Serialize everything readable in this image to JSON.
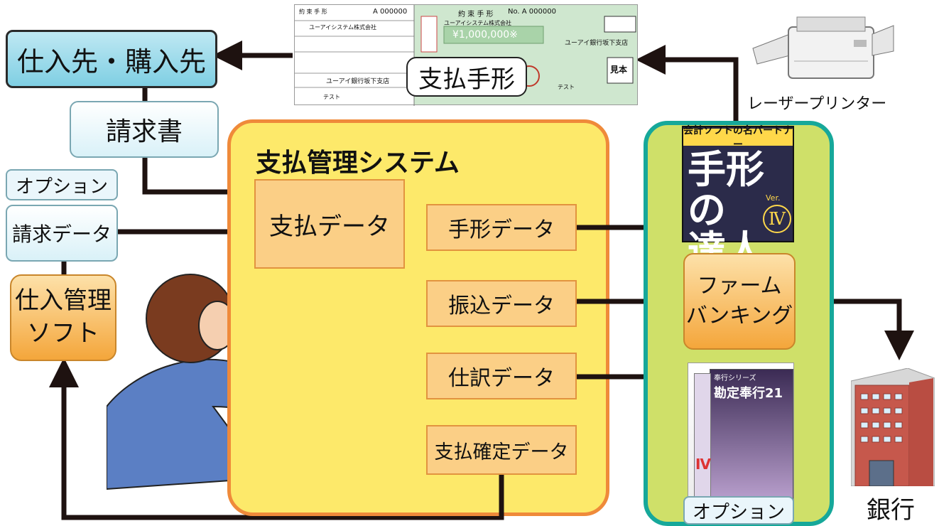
{
  "supplier": "仕入先・購入先",
  "invoice": "請求書",
  "option_left": "オプション",
  "billing_data": "請求データ",
  "purchase_soft": [
    "仕入管理",
    "ソフト"
  ],
  "system_title": "支払管理システム",
  "pay_data": "支払データ",
  "note_data": "手形データ",
  "transfer_data": "振込データ",
  "journal_data": "仕訳データ",
  "confirm_data": "支払確定データ",
  "note_caption": "支払手形",
  "printer_label": "レーザープリンター",
  "tegata": {
    "banner": "会計ソフトの名パートナー",
    "title_line1": "手形の",
    "title_line2": "達人",
    "version": "Ver.",
    "numeral": "Ⅳ"
  },
  "firm_banking": [
    "ファーム",
    "バンキング"
  ],
  "kanjo": {
    "series": "奉行シリーズ",
    "title": "勘定奉行21",
    "numeral": "Ⅳ"
  },
  "option_right": "オプション",
  "bank_label": "銀行",
  "note_text": {
    "header_left": "約 束 手 形",
    "serial_left": "A 000000",
    "company": "ユーアイシステム株式会社",
    "amount": "¥1,000,000※",
    "bank": "ユーアイ銀行坂下支店",
    "stamp": "見本",
    "header_right": "約 束 手 形",
    "serial_right": "No. A 000000",
    "test": "テスト"
  }
}
